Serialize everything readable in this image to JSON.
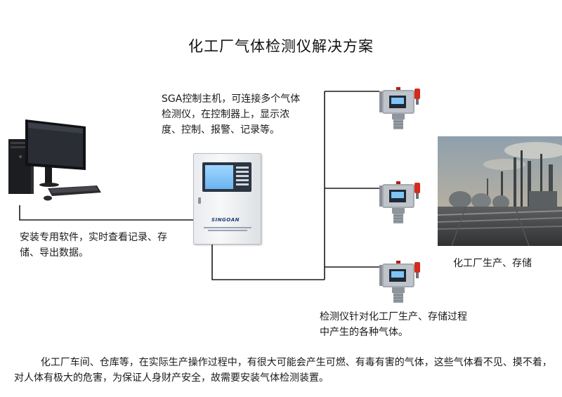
{
  "title": "化工厂气体检测仪解决方案",
  "controller": {
    "description": "SGA控制主机，可连接多个气体检测仪，在控制器上，显示浓度、控制、报警、记录等。",
    "brand": "SINGOAN"
  },
  "software_note": "安装专用软件，实时查看记录、存储、导出数据。",
  "detector_note": "检测仪针对化工厂生产、存储过程中产生的各种气体。",
  "plant_caption": "化工厂生产、存储",
  "footer": "化工厂车间、仓库等，在实际生产操作过程中，有很大可能会产生可燃、有毒有害的气体，这些气体看不见、摸不着，对人体有极大的危害，为保证人身财产安全，故需要安装气体检测装置。",
  "colors": {
    "line": "#1a1a1a",
    "detector_body": "#8f959c",
    "alarm_light": "#d42a1c",
    "lcd": "#7fc4f5"
  }
}
